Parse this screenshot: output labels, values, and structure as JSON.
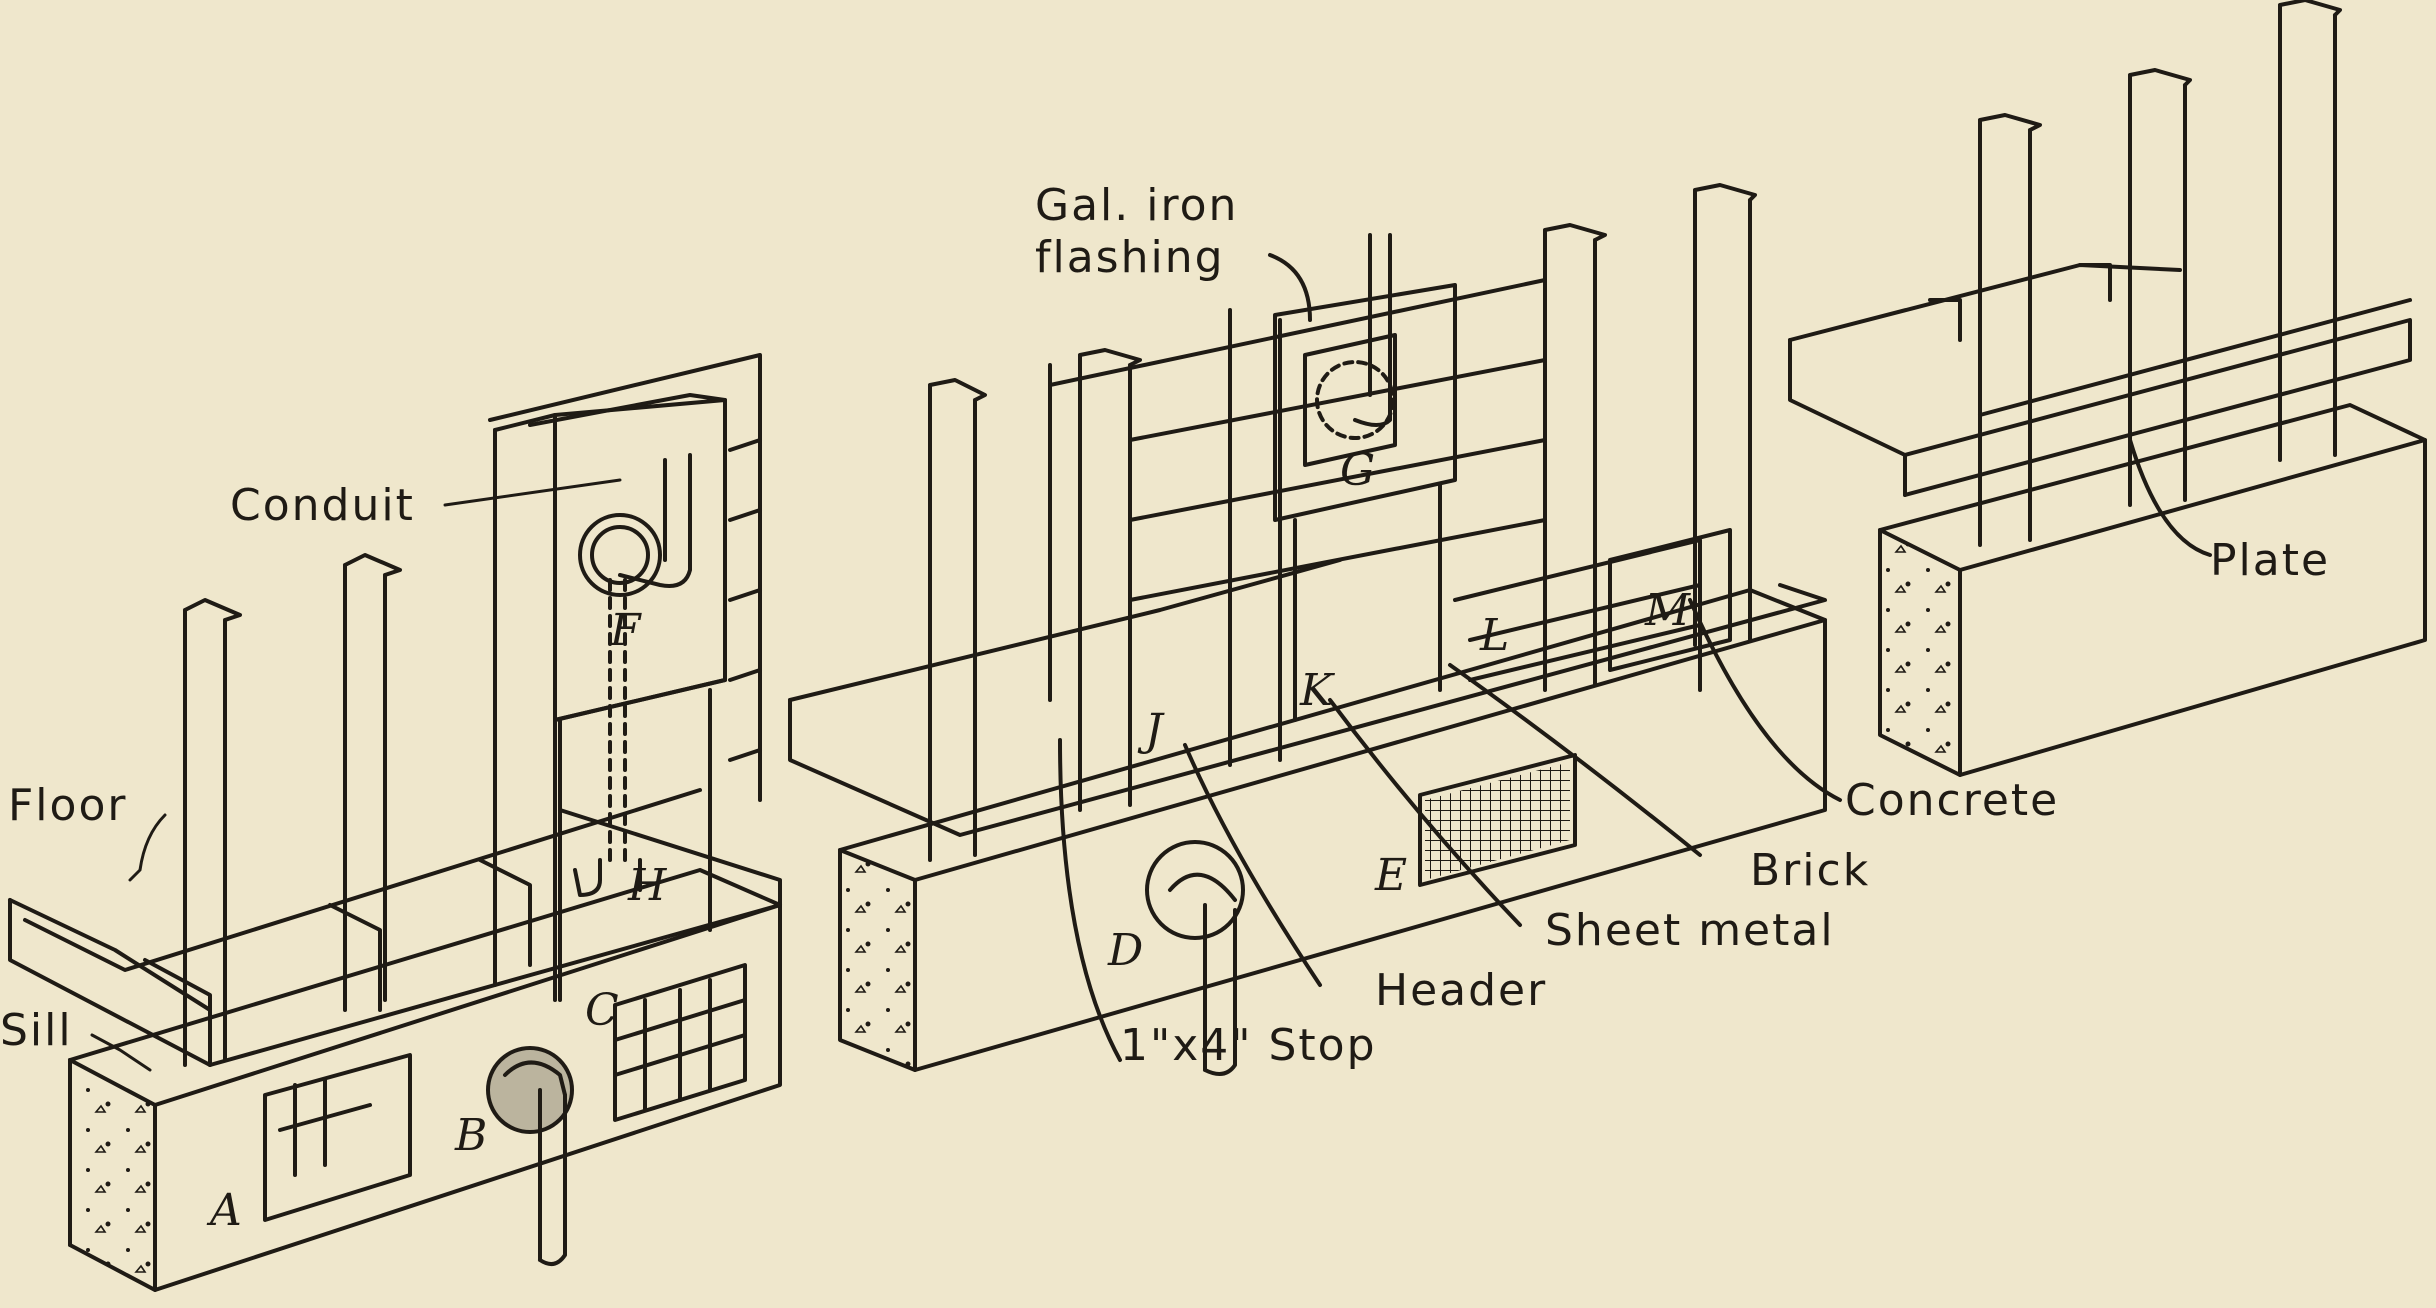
{
  "labels": {
    "conduit": "Conduit",
    "floor": "Floor",
    "sill": "Sill",
    "gal_iron_line1": "Gal. iron",
    "gal_iron_line2": "flashing",
    "plate": "Plate",
    "concrete": "Concrete",
    "brick": "Brick",
    "sheet_metal": "Sheet metal",
    "header": "Header",
    "stop": "1\"x4\" Stop"
  },
  "letters": {
    "a": "A",
    "b": "B",
    "c": "C",
    "d": "D",
    "e": "E",
    "f": "F",
    "g": "G",
    "h": "H",
    "j": "J",
    "k": "K",
    "l": "L",
    "m": "M"
  }
}
